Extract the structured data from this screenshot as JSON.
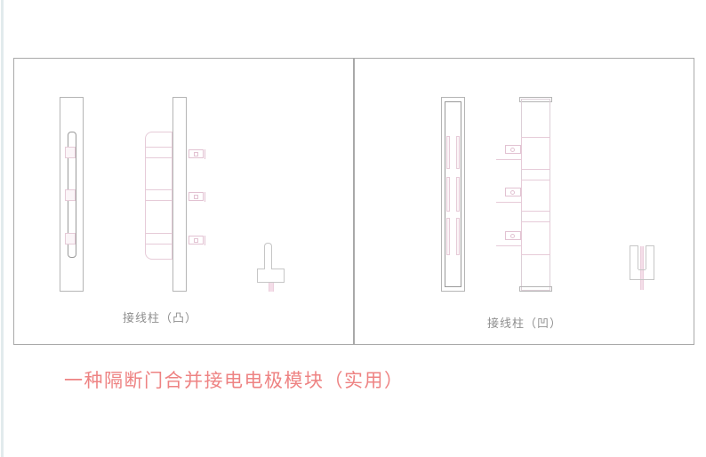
{
  "page": {
    "title": "一种隔断门合并接电电极模块（实用）",
    "title_color": "#ee8383",
    "background": "#ffffff",
    "left_edge_line_color": "#e2ebed"
  },
  "sheet": {
    "border_color": "#a9a9a9",
    "caption_color": "#8f8f8f",
    "panels": [
      {
        "caption": "接线柱（凸）"
      },
      {
        "caption": "接线柱（凹）"
      }
    ]
  },
  "drawing_colors": {
    "gray_line": "#b5b5b5",
    "dark_gray_line": "#9a9a9a",
    "symbol_gray_line": "#c6c6c6",
    "pink_line": "#e6cbd8",
    "pink_line_dark": "#e2c2d2",
    "pink_fill": "#fbf5f8",
    "pink_solid": "#f4dde8"
  }
}
